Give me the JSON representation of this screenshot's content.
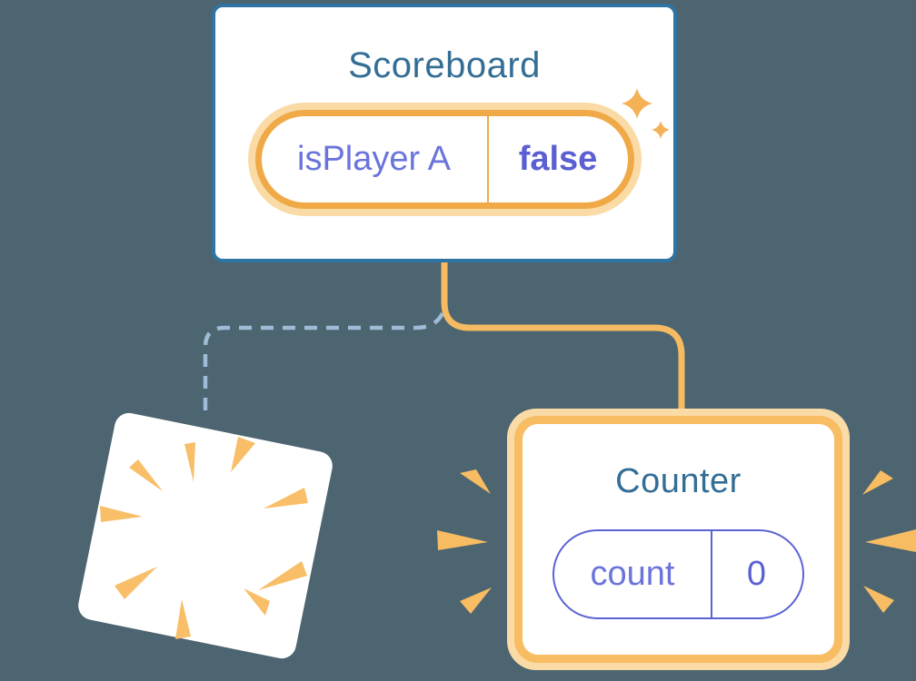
{
  "diagram": {
    "description": "React component state diagram: Scoreboard keeps isPlayer state; old Counter is destroyed while a new Counter mounts with fresh state",
    "background_color": "#4C6570",
    "scoreboard": {
      "title": "Scoreboard",
      "state": {
        "label": "isPlayer A",
        "value": "false"
      }
    },
    "counter": {
      "title": "Counter",
      "state": {
        "label": "count",
        "value": "0"
      }
    },
    "destroyed_component": {
      "note": "tilted blank card with orange explosion burst, linked by dashed line"
    },
    "icons": {
      "sparkles": "sparkles-icon",
      "explosion": "explosion-burst-icon",
      "emphasis": "emphasis-marks-icon"
    },
    "colors": {
      "card_border_blue": "#2E74A4",
      "title_text": "#346E95",
      "state_label_purple": "#6A74DB",
      "state_value_purple": "#5A5FD1",
      "pill_ring_orange": "#F0A947",
      "connector_orange": "#F6BA62",
      "counter_ring_orange": "#F8BC63",
      "glow_light_orange": "#FADBA6",
      "burst_orange": "#F8BE68",
      "dashed_line_blue": "#9FBCD6",
      "card_white": "#FFFFFF"
    }
  }
}
